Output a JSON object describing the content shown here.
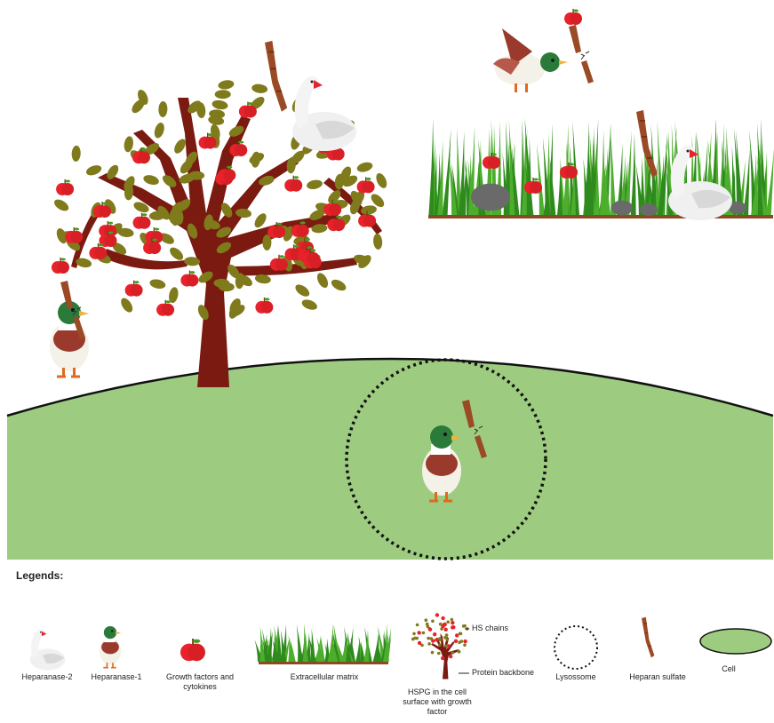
{
  "legend": {
    "title": "Legends:",
    "items": {
      "heparanase2": "Heparanase-2",
      "heparanase1": "Heparanase-1",
      "growth_factors": "Growth factors and cytokines",
      "ecm": "Extracellular matrix",
      "hspg": "HSPG in the cell surface with growth factor",
      "hs_chains": "HS chains",
      "protein_backbone": "Protein backbone",
      "lysosome": "Lysossome",
      "heparan_sulfate": "Heparan sulfate",
      "cell": "Cell"
    }
  },
  "colors": {
    "cell_green": "#9dcc80",
    "trunk": "#7a1a10",
    "leaf": "#7f7a1c",
    "apple": "#e8222a",
    "grass": "#4cae2c",
    "stick": "#9a4a24"
  }
}
